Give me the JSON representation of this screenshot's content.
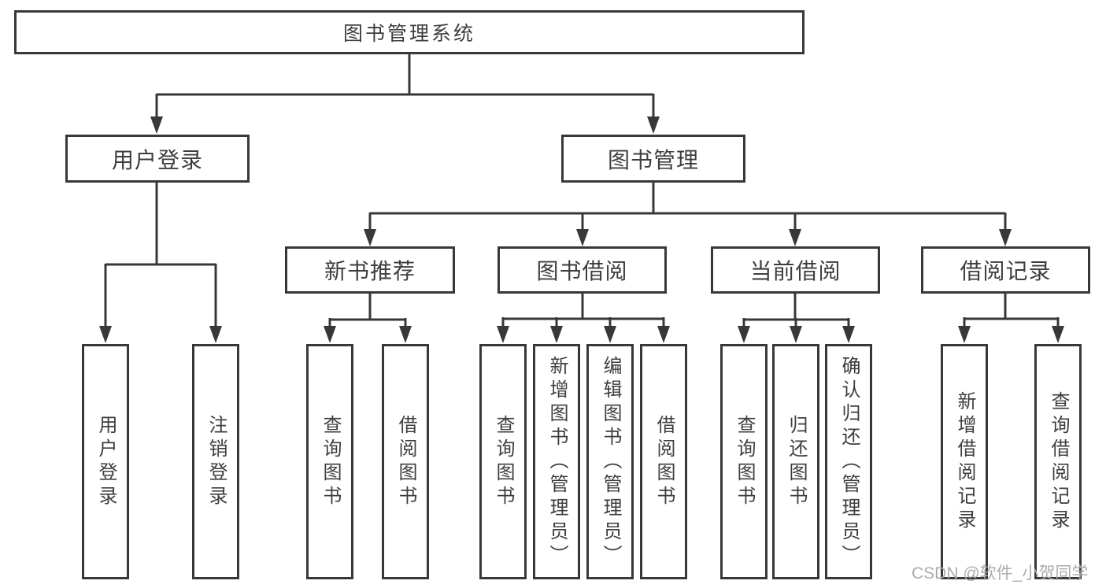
{
  "title": {
    "label": "图书管理系统"
  },
  "branches": {
    "user_login": {
      "label": "用户登录",
      "children": [
        {
          "label": "用户登录"
        },
        {
          "label": "注销登录"
        }
      ]
    },
    "book_management": {
      "label": "图书管理",
      "modules": [
        {
          "label": "新书推荐",
          "children": [
            {
              "label": "查询图书"
            },
            {
              "label": "借阅图书"
            }
          ]
        },
        {
          "label": "图书借阅",
          "children": [
            {
              "label": "查询图书"
            },
            {
              "label": "新增图书（管理员）"
            },
            {
              "label": "编辑图书（管理员）"
            },
            {
              "label": "借阅图书"
            }
          ]
        },
        {
          "label": "当前借阅",
          "children": [
            {
              "label": "查询图书"
            },
            {
              "label": "归还图书"
            },
            {
              "label": "确认归还（管理员）"
            }
          ]
        },
        {
          "label": "借阅记录",
          "children": [
            {
              "label": "新增借阅记录"
            },
            {
              "label": "查询借阅记录"
            }
          ]
        }
      ]
    }
  },
  "watermark": {
    "text": "CSDN @软件_小贺同学"
  },
  "colors": {
    "line": "#383838",
    "border": "#383838",
    "text": "#3e3e42",
    "watermark": "#acacac",
    "background": "#ffffff"
  }
}
